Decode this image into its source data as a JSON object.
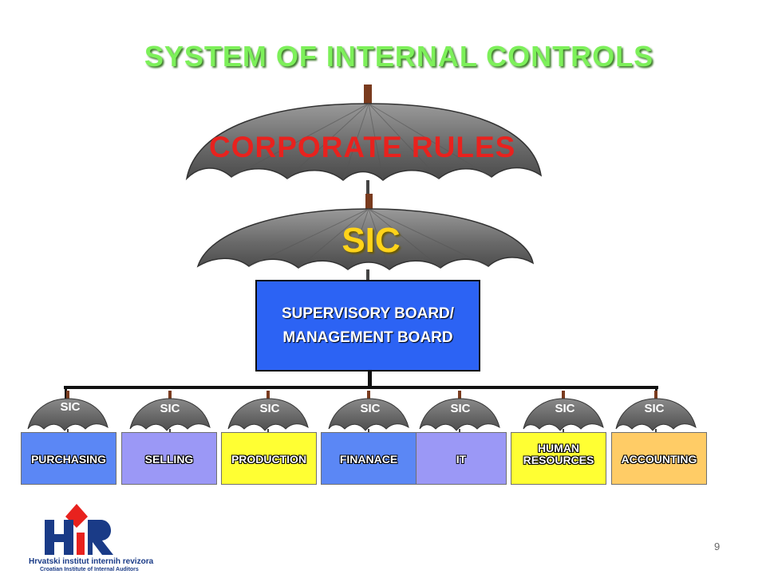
{
  "title": "SYSTEM OF INTERNAL CONTROLS",
  "top_umbrella_label": "CORPORATE RULES",
  "middle_umbrella_label": "SIC",
  "board": {
    "line1": "SUPERVISORY BOARD/",
    "line2": "MANAGEMENT BOARD"
  },
  "departments": [
    {
      "sic": "SIC",
      "label": "PURCHASING",
      "color": "#5b87f5"
    },
    {
      "sic": "SIC",
      "label": "SELLING",
      "color": "#9b98f6"
    },
    {
      "sic": "SIC",
      "label": "PRODUCTION",
      "color": "#ffff33"
    },
    {
      "sic": "SIC",
      "label": "FINANACE",
      "color": "#5b87f5"
    },
    {
      "sic": "SIC",
      "label": "IT",
      "color": "#9b98f6"
    },
    {
      "sic": "SIC",
      "label": "HUMAN RESOURCES",
      "color": "#ffff33"
    },
    {
      "sic": "SIC",
      "label": "ACCOUNTING",
      "color": "#ffcc66"
    }
  ],
  "colors": {
    "title": "#7df05a",
    "corporate_rules": "#e8221e",
    "sic_big": "#ffd31a",
    "board": "#2c63f4",
    "umbrella": "#6b6b6b",
    "handle": "#7a3b1e",
    "logo_red": "#e8221e",
    "logo_blue": "#1a3b87"
  },
  "logo": {
    "name": "Hrvatski institut internih revizora",
    "subtitle": "Croatian Institute of Internal Auditors"
  },
  "page_number": "9"
}
